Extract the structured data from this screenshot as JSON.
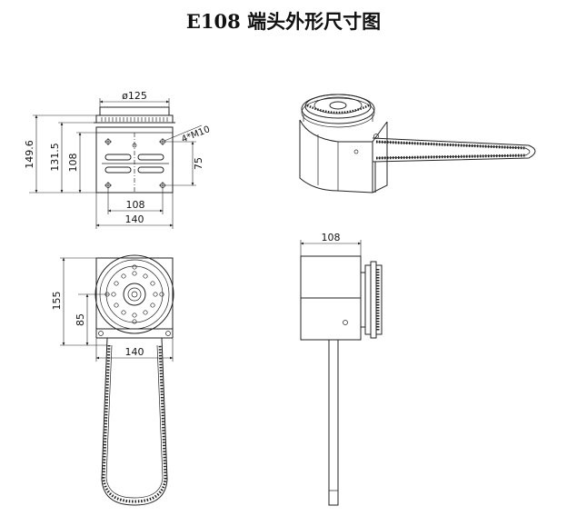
{
  "title": "E108 端头外形尺寸图",
  "views": {
    "front": {
      "dim_diameter": "ø125",
      "dim_holes": "4*M10",
      "dim_height_total": "149.6",
      "dim_height_body": "131.5",
      "dim_height_plate": "108",
      "dim_hole_spacing_v": "75",
      "dim_hole_spacing_h": "108",
      "dim_width": "140"
    },
    "bottom": {
      "dim_height_total": "155",
      "dim_center_height": "85",
      "dim_width": "140"
    },
    "side": {
      "dim_width": "108"
    }
  }
}
